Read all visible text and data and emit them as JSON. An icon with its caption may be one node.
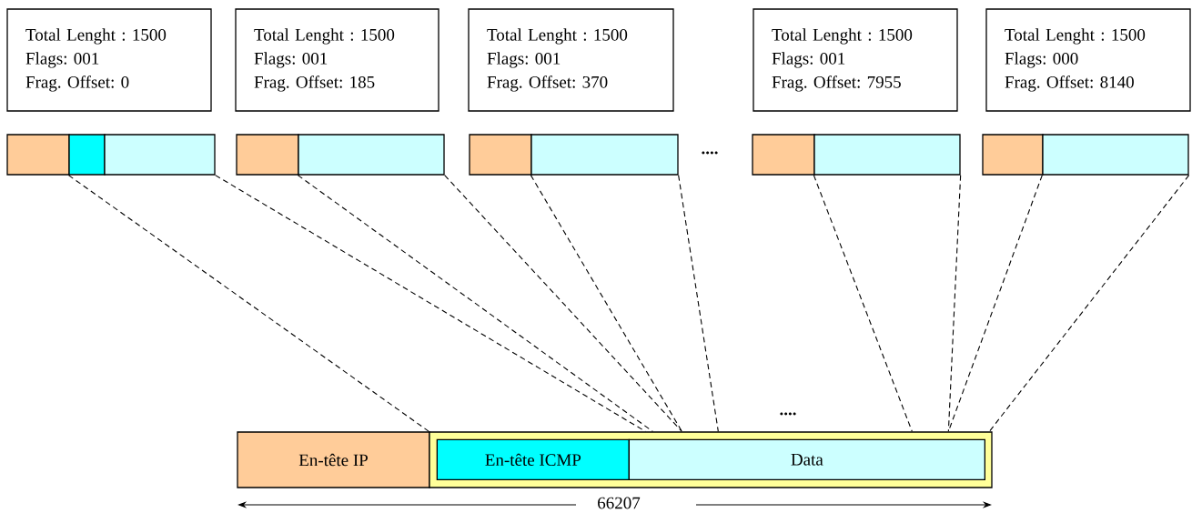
{
  "diagram": {
    "nodes": [
      {
        "text": [
          "Total Lenght : 1500",
          "Flags: 001",
          "Frag. Offset: 0"
        ]
      },
      {
        "text": [
          "Total Lenght : 1500",
          "Flags: 001",
          "Frag. Offset: 185"
        ]
      },
      {
        "text": [
          "Total Lenght : 1500",
          "Flags: 001",
          "Frag. Offset: 370"
        ]
      },
      {
        "text": [
          "Total Lenght : 1500",
          "Flags: 001",
          "Frag. Offset: 7955"
        ]
      },
      {
        "text": [
          "Total Lenght : 1500",
          "Flags: 000",
          "Frag. Offset: 8140"
        ]
      },
      {
        "text": [],
        "shape": "box"
      },
      {
        "text": [],
        "shape": "box"
      },
      {
        "text": [],
        "shape": "box"
      },
      {
        "text": [],
        "shape": "box"
      },
      {
        "text": [],
        "shape": "box"
      },
      {
        "text": [],
        "shape": "box"
      },
      {
        "text": [],
        "shape": "box"
      },
      {
        "text": [],
        "shape": "box"
      },
      {
        "text": [],
        "shape": "box"
      },
      {
        "text": [],
        "shape": "box"
      },
      {
        "text": [],
        "shape": "box"
      },
      {
        "text": [
          "En-tête IP"
        ]
      },
      {
        "text": [],
        "shape": "box"
      },
      {
        "text": [
          "En-tête ICMP"
        ],
        "in": 17
      },
      {
        "text": [
          "Data"
        ],
        "in": 17
      }
    ],
    "edges": [
      {
        "from": 6,
        "to": 17,
        "arrow": "none",
        "style": "dashed"
      },
      {
        "from": 7,
        "to": 17,
        "arrow": "none",
        "style": "dashed"
      },
      {
        "from": 9,
        "to": 17,
        "arrow": "none",
        "style": "dashed"
      },
      {
        "from": 9,
        "to": 17,
        "arrow": "none",
        "style": "dashed"
      },
      {
        "from": 11,
        "to": 17,
        "arrow": "none",
        "style": "dashed"
      },
      {
        "from": 11,
        "to": 17,
        "arrow": "none",
        "style": "dashed"
      },
      {
        "from": 13,
        "to": 17,
        "arrow": "none",
        "style": "dashed"
      },
      {
        "from": 13,
        "to": 17,
        "arrow": "none",
        "style": "dashed"
      },
      {
        "from": 15,
        "to": 17,
        "arrow": "none",
        "style": "dashed"
      },
      {
        "from": 15,
        "to": 17,
        "arrow": "none",
        "style": "dashed"
      }
    ],
    "labels": [
      "....",
      "....",
      "66207"
    ]
  }
}
